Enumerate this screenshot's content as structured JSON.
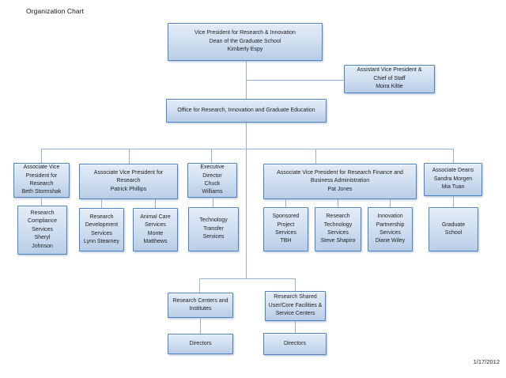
{
  "page": {
    "title": "Organization Chart",
    "date": "1/17/2012"
  },
  "colors": {
    "box_border": "#4f81bd",
    "box_fill_top": "#e3ecf7",
    "box_fill_bottom": "#b9cde7",
    "connector": "#95b3d7",
    "text": "#1f1f1f",
    "background": "#ffffff"
  },
  "nodes": {
    "vp": {
      "label": "Vice President for Research & Innovation\nDean of the Graduate School\nKimberly Espy"
    },
    "avp_chief_of_staff": {
      "label": "Assistant Vice President  &\nChief of Staff\nMoira Kiltie"
    },
    "office": {
      "label": "Office for Research, Innovation and Graduate Education"
    },
    "avp_research_stormshak": {
      "label": "Associate Vice\nPresident for\nResearch\nBeth Stormshak"
    },
    "avp_research_phillips": {
      "label": "Associate Vice President for\nResearch\nPatrick Phillips"
    },
    "executive_director": {
      "label": "Executive\nDirector\nChuck\nWilliams"
    },
    "avp_finance": {
      "label": "Associate Vice President for Research Finance and\nBusiness Administration\nPat Jones"
    },
    "associate_deans": {
      "label": "Associate Deans\nSandra Morgen\nMia Tuan"
    },
    "research_compliance": {
      "label": "Research\nCompliance\nServices\nSheryl\nJohnson"
    },
    "research_development": {
      "label": "Research\nDevelopment\nServices\nLynn Stearney"
    },
    "animal_care": {
      "label": "Animal Care\nServices\nMonte\nMatthews"
    },
    "technology_transfer": {
      "label": "Technology\nTransfer\nServices"
    },
    "sponsored_project": {
      "label": "Sponsored\nProject\nServices\nTBH"
    },
    "research_technology": {
      "label": "Research\nTechnology\nServices\nSteve Shapiro"
    },
    "innovation_partnership": {
      "label": "Innovation\nPartnership\nServices\nDiane Wiley"
    },
    "graduate_school": {
      "label": "Graduate\nSchool"
    },
    "research_centers": {
      "label": "Research Centers and\nInstitutes"
    },
    "research_shared": {
      "label": "Research Shared\nUser/Core Facilities &\nService Centers"
    },
    "directors_left": {
      "label": "Directors"
    },
    "directors_right": {
      "label": "Directors"
    }
  },
  "hierarchy": [
    [
      "vp",
      "avp_chief_of_staff"
    ],
    [
      "vp",
      "office"
    ],
    [
      "office",
      "avp_research_stormshak"
    ],
    [
      "office",
      "avp_research_phillips"
    ],
    [
      "office",
      "executive_director"
    ],
    [
      "office",
      "avp_finance"
    ],
    [
      "office",
      "associate_deans"
    ],
    [
      "office",
      "research_centers"
    ],
    [
      "office",
      "research_shared"
    ],
    [
      "avp_research_stormshak",
      "research_compliance"
    ],
    [
      "avp_research_phillips",
      "research_development"
    ],
    [
      "avp_research_phillips",
      "animal_care"
    ],
    [
      "executive_director",
      "technology_transfer"
    ],
    [
      "avp_finance",
      "sponsored_project"
    ],
    [
      "avp_finance",
      "research_technology"
    ],
    [
      "avp_finance",
      "innovation_partnership"
    ],
    [
      "associate_deans",
      "graduate_school"
    ],
    [
      "research_centers",
      "directors_left"
    ],
    [
      "research_shared",
      "directors_right"
    ]
  ]
}
